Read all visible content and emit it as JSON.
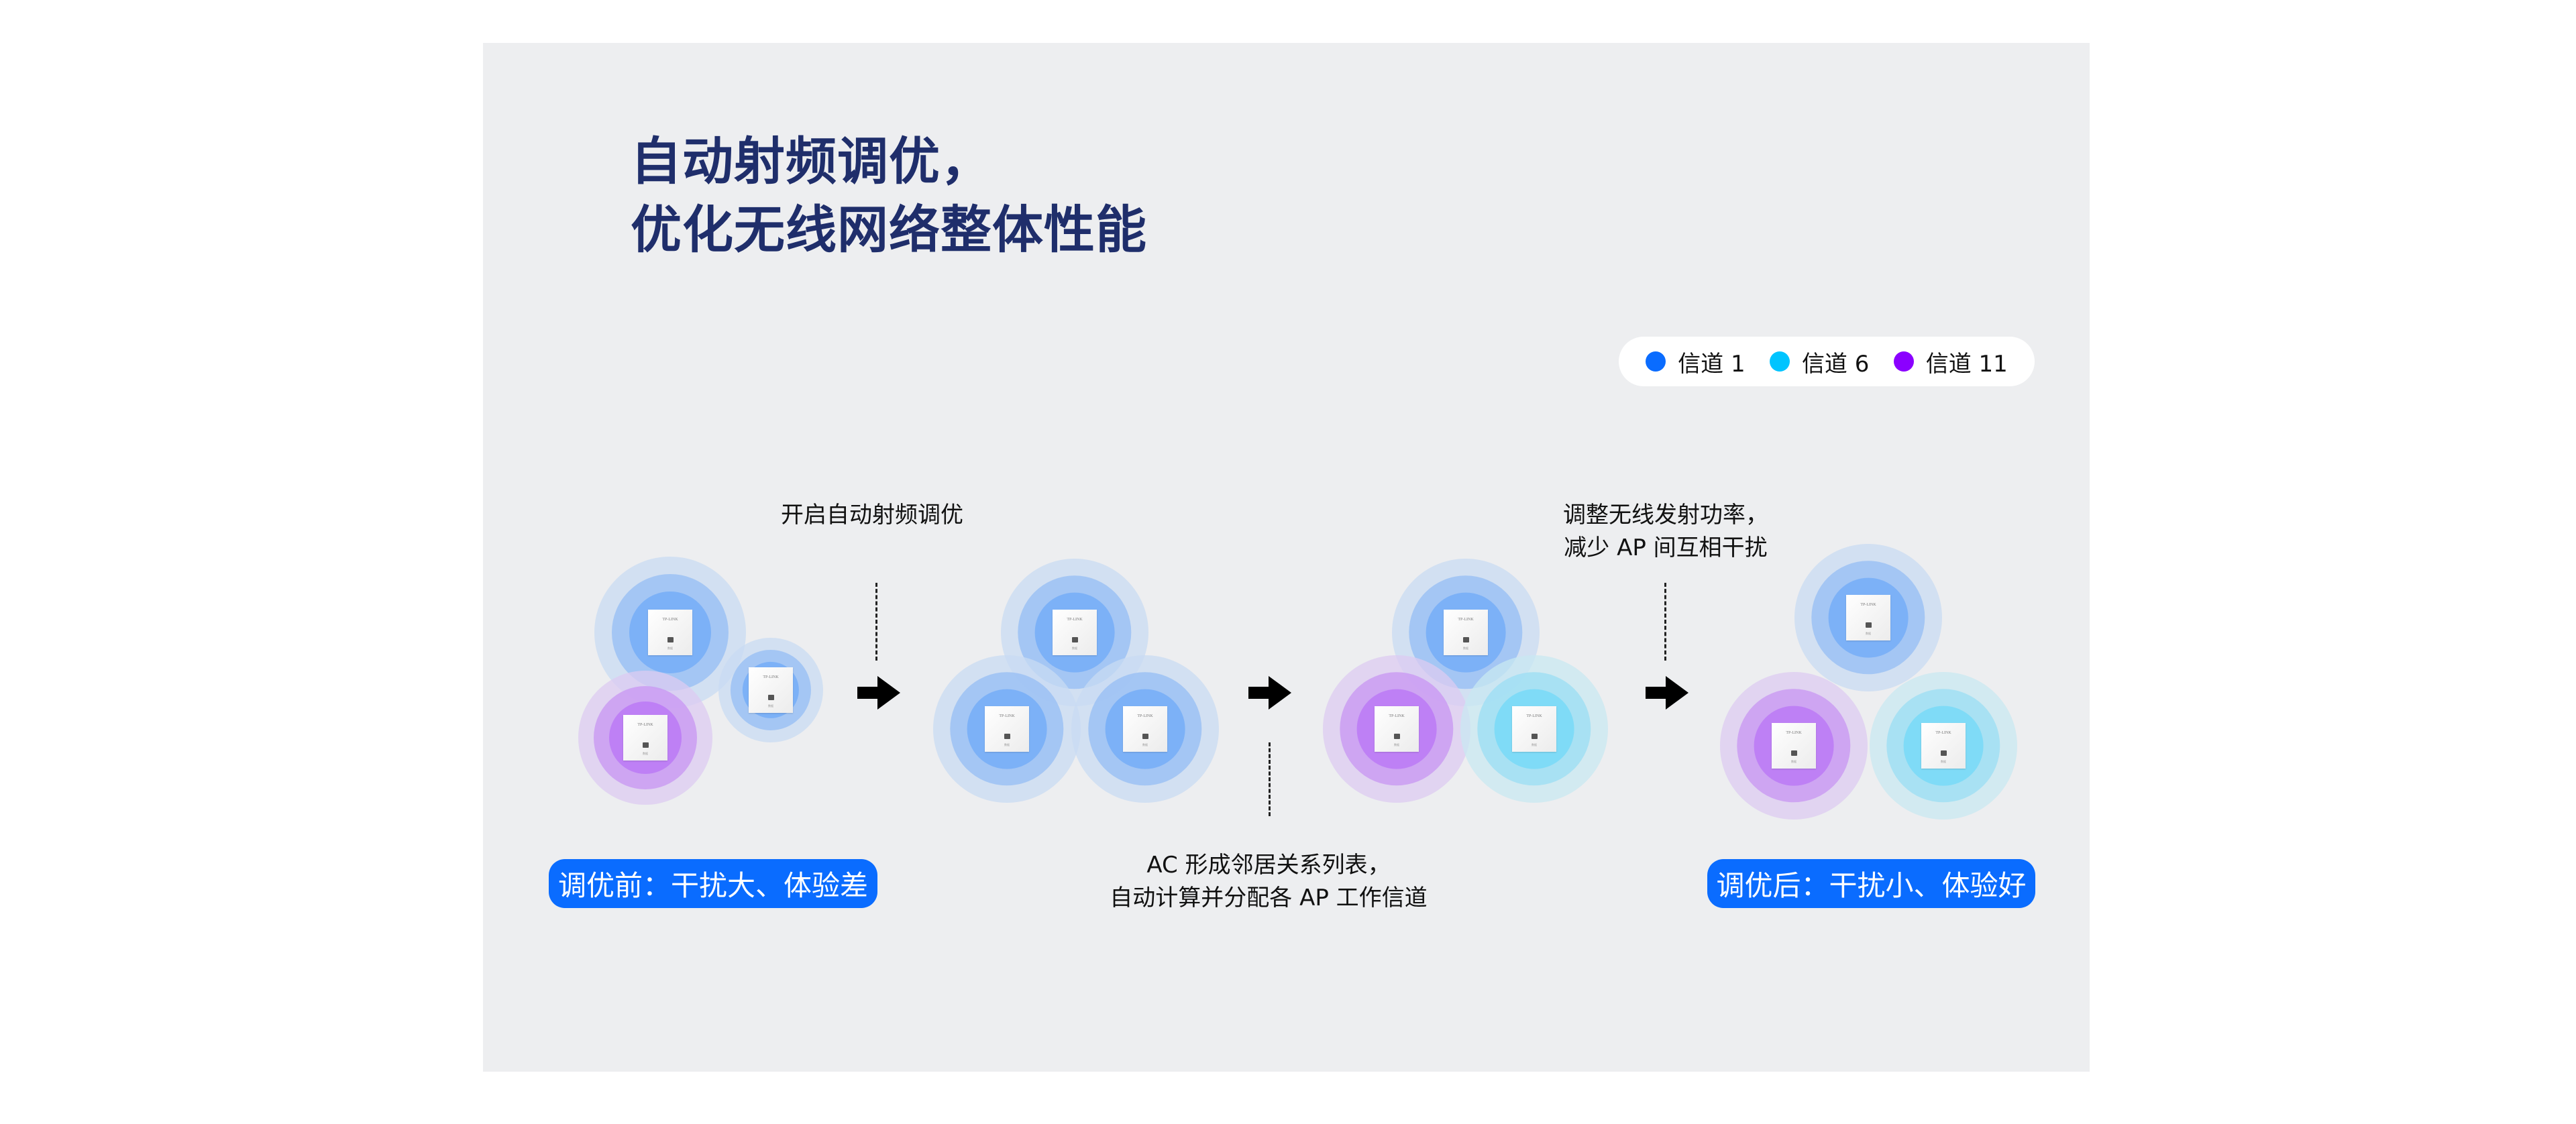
{
  "title": {
    "line1": "自动射频调优，",
    "line2": "优化无线网络整体性能"
  },
  "legend": [
    {
      "label": "信道 1",
      "color": "#0a6cff"
    },
    {
      "label": "信道 6",
      "color": "#00c4ff"
    },
    {
      "label": "信道 11",
      "color": "#8b00ff"
    }
  ],
  "channel_colors": {
    "ch1": {
      "inner": "#76adf7",
      "mid": "#98bff4",
      "outer": "#c8dbf3"
    },
    "ch6": {
      "inner": "#78d9f7",
      "mid": "#9ddff4",
      "outer": "#c8e8f2"
    },
    "ch11": {
      "inner": "#bb79f6",
      "mid": "#c998f2",
      "outer": "#dccbf1"
    }
  },
  "steps": {
    "step1_caption": "开启自动射频调优",
    "step2_caption_line1": "AC 形成邻居关系列表，",
    "step2_caption_line2": "自动计算并分配各 AP 工作信道",
    "step3_caption_line1": "调整无线发射功率，",
    "step3_caption_line2": "减少 AP 间互相干扰"
  },
  "badges": {
    "before": "调优前：干扰大、体验差",
    "after": "调优后：干扰小、体验好"
  },
  "device": {
    "brand": "TP-LINK",
    "label": "数据"
  },
  "clusters": [
    {
      "name": "before-tuning",
      "aps": [
        {
          "channel": "ch1",
          "power": 1.0
        },
        {
          "channel": "ch1",
          "power": 0.7
        },
        {
          "channel": "ch11",
          "power": 0.9
        }
      ]
    },
    {
      "name": "tuning-enabled",
      "aps": [
        {
          "channel": "ch1",
          "power": 1.0
        },
        {
          "channel": "ch1",
          "power": 1.0
        },
        {
          "channel": "ch1",
          "power": 1.0
        }
      ]
    },
    {
      "name": "channels-assigned",
      "aps": [
        {
          "channel": "ch1",
          "power": 1.0
        },
        {
          "channel": "ch11",
          "power": 1.0
        },
        {
          "channel": "ch6",
          "power": 1.0
        }
      ]
    },
    {
      "name": "after-tuning",
      "aps": [
        {
          "channel": "ch1",
          "power": 1.0
        },
        {
          "channel": "ch11",
          "power": 1.0
        },
        {
          "channel": "ch6",
          "power": 1.0
        }
      ]
    }
  ]
}
